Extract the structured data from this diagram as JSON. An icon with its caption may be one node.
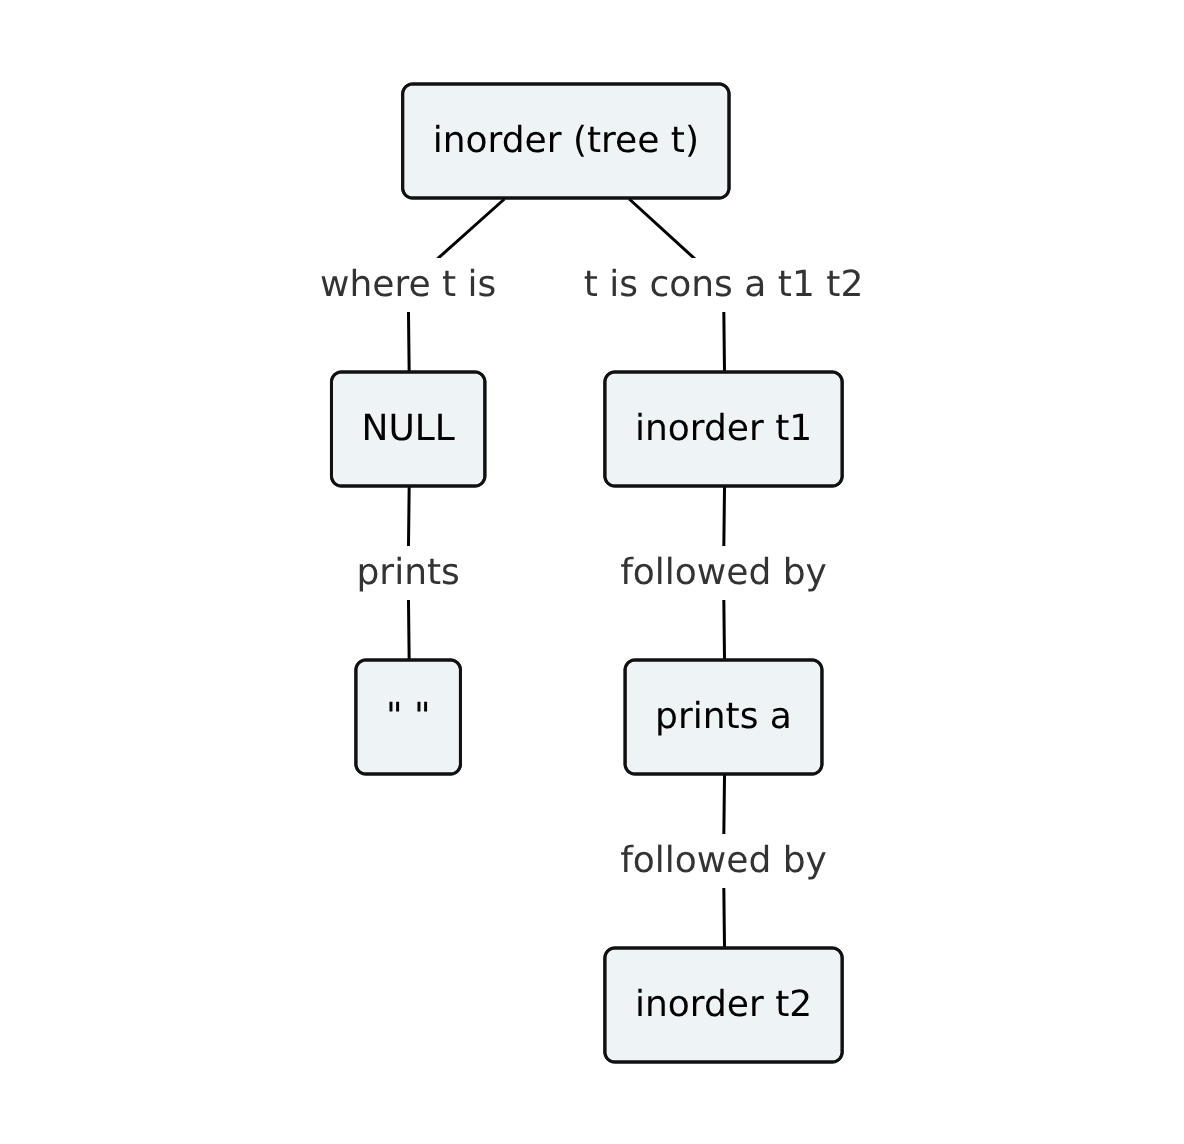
{
  "diagram": {
    "nodes": [
      {
        "text": [
          "inorder (tree t)"
        ]
      },
      {
        "text": [
          "NULL"
        ]
      },
      {
        "text": [
          "\" \""
        ]
      },
      {
        "text": [
          "inorder t1"
        ]
      },
      {
        "text": [
          "prints a"
        ]
      },
      {
        "text": [
          "inorder t2"
        ]
      }
    ],
    "edges": [
      {
        "from": 0,
        "to": 1,
        "arrow": "none",
        "label": "where t is"
      },
      {
        "from": 1,
        "to": 2,
        "arrow": "none",
        "label": "prints"
      },
      {
        "from": 0,
        "to": 3,
        "arrow": "none",
        "label": "t is cons a t1 t2"
      },
      {
        "from": 3,
        "to": 4,
        "arrow": "none",
        "label": "followed by"
      },
      {
        "from": 4,
        "to": 5,
        "arrow": "none",
        "label": "followed by"
      }
    ]
  }
}
